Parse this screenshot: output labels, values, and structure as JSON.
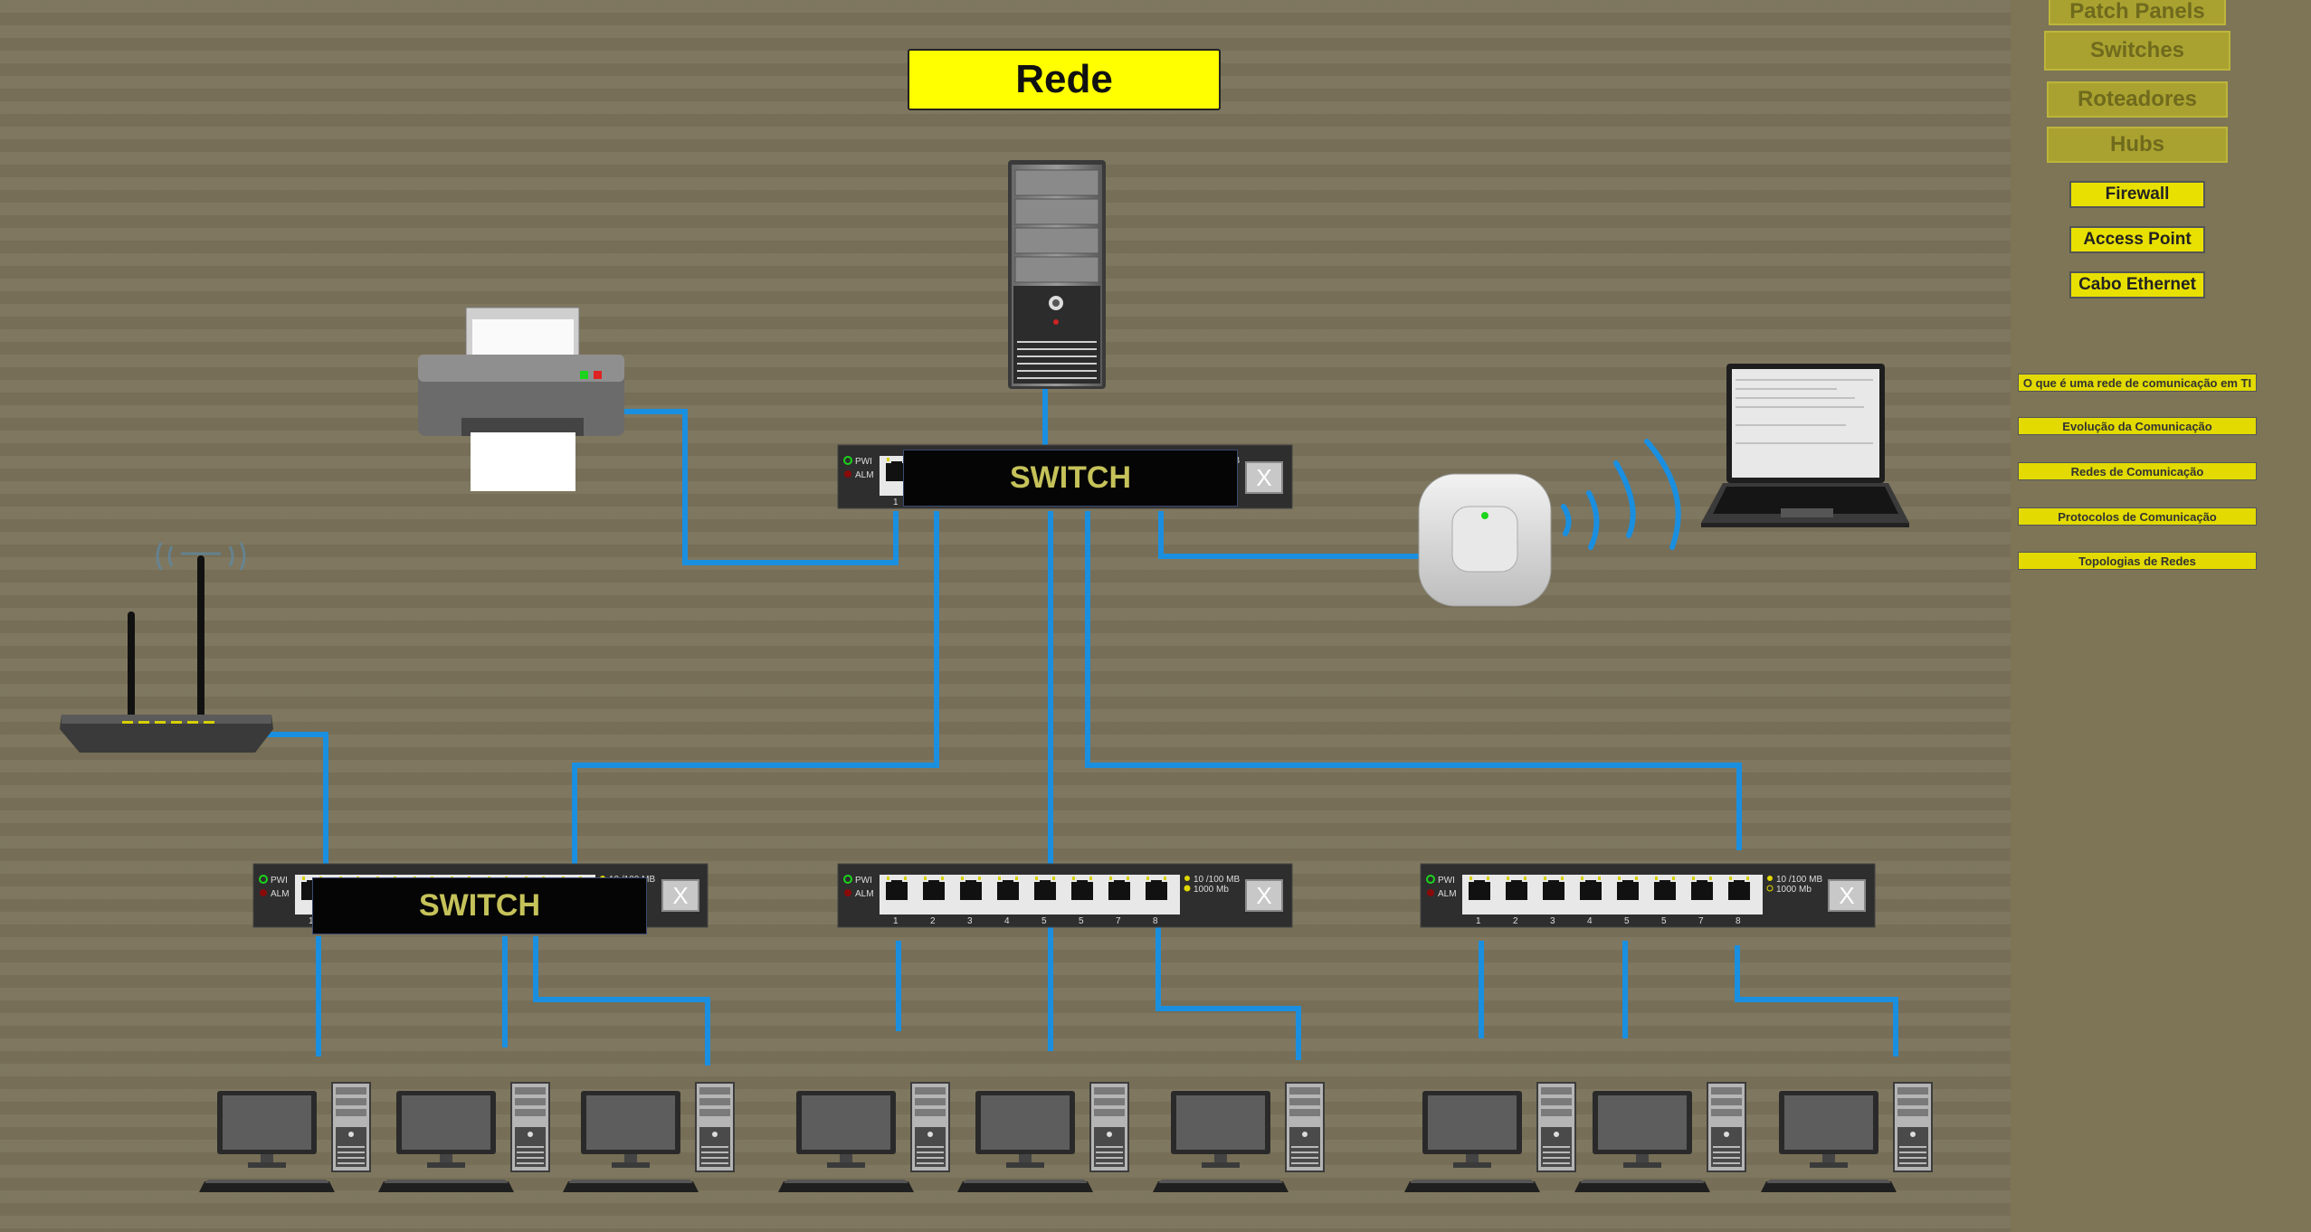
{
  "title": "Rede",
  "nav": {
    "patch_panels": "Patch Panels",
    "switches": "Switches",
    "roteadores": "Roteadores",
    "hubs": "Hubs",
    "firewall": "Firewall",
    "access_point": "Access Point",
    "cabo_ethernet": "Cabo Ethernet"
  },
  "topics": [
    "O que é uma rede de comunicação em  TI",
    "Evolução da Comunicação",
    "Redes de Comunicação",
    "Protocolos de Comunicação",
    "Topologias de Redes"
  ],
  "switch_label": "SWITCH",
  "close_label": "X",
  "switch_panel": {
    "pwr": "PWI",
    "alm": "ALM",
    "speed1": "10 /100 MB",
    "speed2": "1000 Mb",
    "ports": [
      "1",
      "2",
      "3",
      "4",
      "5",
      "5",
      "7",
      "8"
    ]
  },
  "colors": {
    "cable": "#1a8fe0",
    "title_bg": "#ffff00",
    "switch_label_text": "#c5c25a"
  },
  "icons": [
    "server-tower-icon",
    "printer-icon",
    "router-icon",
    "access-point-icon",
    "laptop-icon",
    "desktop-computer-icon",
    "switch-device-icon"
  ]
}
